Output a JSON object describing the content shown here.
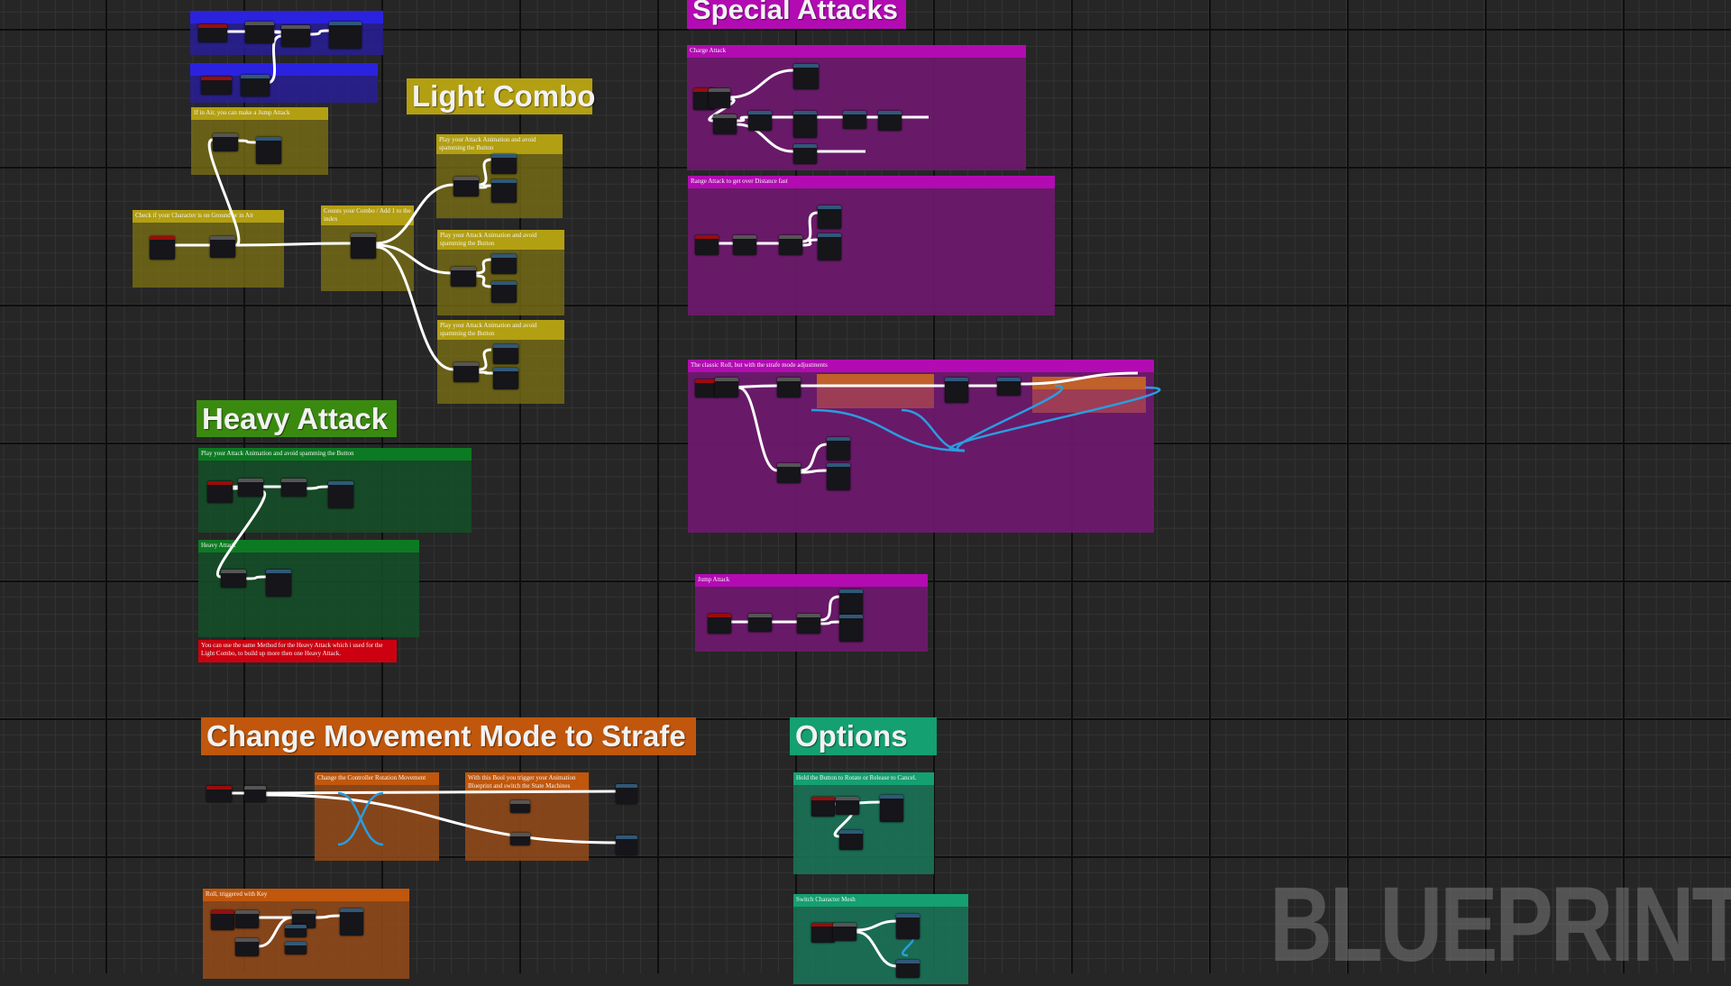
{
  "titles": {
    "light_combo": "Light Combo",
    "heavy_attack": "Heavy Attack",
    "special_attacks": "Special Attacks",
    "change_movement": "Change Movement Mode to Strafe",
    "options": "Options"
  },
  "comments": {
    "in_air": "If in Air, you can make a Jump Attack",
    "check_ground": "Check if your Character is on Ground or in Air",
    "counts_combo": "Counts your Combo / Add 1 to the index",
    "play_attack_1": "Play your Attack Animation and avoid spamming the Button",
    "play_attack_2": "Play your Attack Animation and avoid spamming the Button",
    "play_attack_3": "Play your Attack Animation and avoid spamming the Button",
    "heavy_play": "Play your Attack Animation and avoid spamming the Button",
    "heavy_attack": "Heavy Attack",
    "heavy_note": "You can use the same Method for the Heavy Attack which i used for the Light Combo, to build up more then one Heavy Attack.",
    "charge_attack": "Charge Attack",
    "range_attack": "Range Attack to get over Distance fast",
    "classic_roll": "The classic Roll, but with the strafe mode adjustments",
    "jump_attack": "Jump Attack",
    "controller_rotation": "Change the Controller Rotation Movement",
    "bool_trigger": "With this Bool you trigger your Animation Blueprint and switch the State Machines",
    "roll_key": "Roll, triggered with Key",
    "hold_button": "Hold the Button to Rotate or Release to Cancel.",
    "switch_mesh": "Switch Character Mesh"
  },
  "colors": {
    "light_combo": "#b39f12",
    "heavy_attack": "#3a8a10",
    "special_attacks": "#b20bb2",
    "change_movement": "#c0570c",
    "options": "#14a070",
    "exec_wire": "#ffffff",
    "data_wire": "#2a9de0"
  },
  "watermark": "BLUEPRINT"
}
